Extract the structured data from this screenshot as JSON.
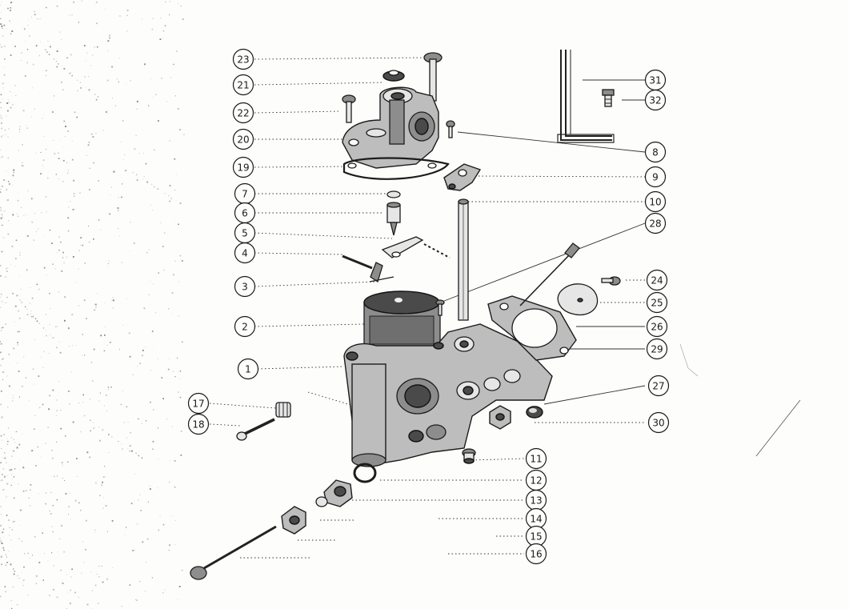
{
  "diagram": {
    "callouts": [
      {
        "id": "c23",
        "label": "23"
      },
      {
        "id": "c21",
        "label": "21"
      },
      {
        "id": "c22",
        "label": "22"
      },
      {
        "id": "c20",
        "label": "20"
      },
      {
        "id": "c19",
        "label": "19"
      },
      {
        "id": "c7",
        "label": "7"
      },
      {
        "id": "c6",
        "label": "6"
      },
      {
        "id": "c5",
        "label": "5"
      },
      {
        "id": "c4",
        "label": "4"
      },
      {
        "id": "c3",
        "label": "3"
      },
      {
        "id": "c2",
        "label": "2"
      },
      {
        "id": "c1",
        "label": "1"
      },
      {
        "id": "c17",
        "label": "17"
      },
      {
        "id": "c18",
        "label": "18"
      },
      {
        "id": "c31",
        "label": "31"
      },
      {
        "id": "c32",
        "label": "32"
      },
      {
        "id": "c8",
        "label": "8"
      },
      {
        "id": "c9",
        "label": "9"
      },
      {
        "id": "c10",
        "label": "10"
      },
      {
        "id": "c28",
        "label": "28"
      },
      {
        "id": "c24",
        "label": "24"
      },
      {
        "id": "c25",
        "label": "25"
      },
      {
        "id": "c26",
        "label": "26"
      },
      {
        "id": "c29",
        "label": "29"
      },
      {
        "id": "c27",
        "label": "27"
      },
      {
        "id": "c30",
        "label": "30"
      },
      {
        "id": "c11",
        "label": "11"
      },
      {
        "id": "c12",
        "label": "12"
      },
      {
        "id": "c13",
        "label": "13"
      },
      {
        "id": "c14",
        "label": "14"
      },
      {
        "id": "c15",
        "label": "15"
      },
      {
        "id": "c16",
        "label": "16"
      }
    ]
  }
}
